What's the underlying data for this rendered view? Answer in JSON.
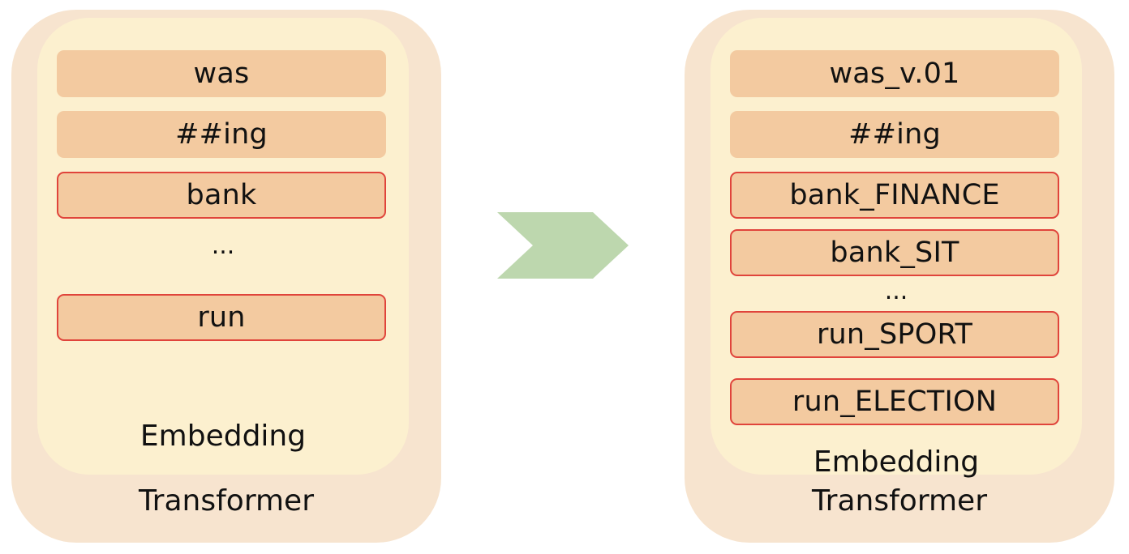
{
  "left_panel": {
    "tokens": [
      {
        "label": "was"
      },
      {
        "label": "##ing"
      },
      {
        "label": "bank"
      },
      {
        "label": "run"
      }
    ],
    "ellipsis": "...",
    "embedding_label": "Embedding",
    "transformer_label": "Transformer"
  },
  "right_panel": {
    "tokens": [
      {
        "label": "was_v.01"
      },
      {
        "label": "##ing"
      },
      {
        "label": "bank_FINANCE"
      },
      {
        "label": "bank_SIT"
      },
      {
        "label": "run_SPORT"
      },
      {
        "label": "run_ELECTION"
      }
    ],
    "ellipsis": "...",
    "embedding_label": "Embedding",
    "transformer_label": "Transformer"
  },
  "colors": {
    "transformer_bg": "#f7e4cf",
    "embedding_bg": "#fcf0cf",
    "token_bg": "#f3caa0",
    "highlight_border": "#e0443b",
    "arrow_fill": "#bdd7ae"
  }
}
